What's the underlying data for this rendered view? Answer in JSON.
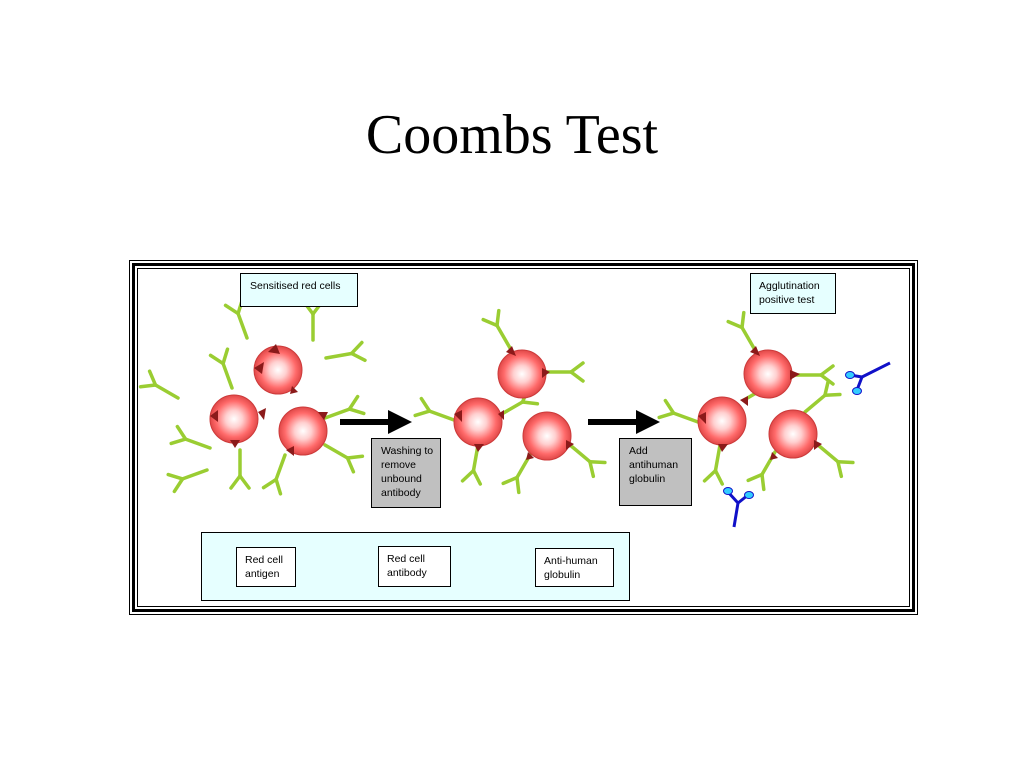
{
  "slide": {
    "title": "Coombs Test"
  },
  "stages": {
    "sensitised_label": "Sensitised red cells",
    "washing_label": "Washing to remove unbound antibody",
    "add_label": "Add antihuman globulin",
    "agglutination_label": "Agglutination positive test"
  },
  "legend": {
    "antigen_label": "Red cell antigen",
    "antibody_label": "Red cell antibody",
    "globulin_label": "Anti-human globulin"
  },
  "colors": {
    "red_cell": "#ff6a6a",
    "antigen": "#8b1a1a",
    "antibody": "#9acd32",
    "anti_human_globulin": "#1010c8",
    "globulin_tip": "#33ccff",
    "label_box_cyan": "#e6ffff",
    "label_box_gray": "#c0c0c0"
  }
}
